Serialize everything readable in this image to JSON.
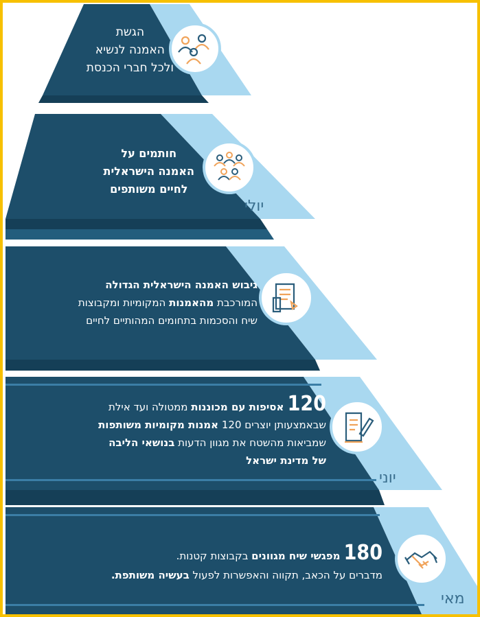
{
  "colors": {
    "frame": "#f7c000",
    "dark_blue": "#1d4e6a",
    "mid_blue": "#235d7d",
    "light_blue": "#a9d8f0",
    "band_dark": "#153f57",
    "icon_orange": "#f0a35a"
  },
  "levels": [
    {
      "id": "level-1",
      "icon": "group-people-icon",
      "month": "",
      "lines": [
        "הגשת",
        "האמנה לנשיא",
        "ולכל חברי הכנסת"
      ]
    },
    {
      "id": "level-2",
      "icon": "crowd-people-icon",
      "month": "יולי",
      "lines": [
        "חותמים על",
        "האמנה הישראלית",
        "לחיים משותפים"
      ]
    },
    {
      "id": "level-3",
      "icon": "document-pen-icon",
      "month": "",
      "line1": "גיבוש האמנה הישראלית הגדולה",
      "line2_a": "המורכבת ",
      "line2_b": "מהאמנות",
      "line2_c": " המקומיות ומקבוצות",
      "line3": "שיח והסכמות בתחומים המהותיים לחיים"
    },
    {
      "id": "level-4",
      "icon": "paper-pencil-icon",
      "month": "יוני",
      "line1_num": "120",
      "line1_b": " אסיפות עם מכוננות",
      "line1_c": " ממטולה ועד אילת",
      "line2_a": "שבאמצעותן יוצרים 120 ",
      "line2_b": "אמנות מקומיות משותפות",
      "line3_a": "שמביאות מהשטח את מגוון הדעות ",
      "line3_b": "בנושאי הליבה",
      "line4": "של מדינת ישראל"
    },
    {
      "id": "level-5",
      "icon": "handshake-icon",
      "month": "מאי",
      "line1_num": "180",
      "line1_b": " מפגשי שיח מגוונים",
      "line1_c": " בקבוצות קטנות.",
      "line2_a": "מדברים על הכאב, תקווה והאפשרות לפעול ",
      "line2_b": "בעשיה משותפת."
    }
  ]
}
